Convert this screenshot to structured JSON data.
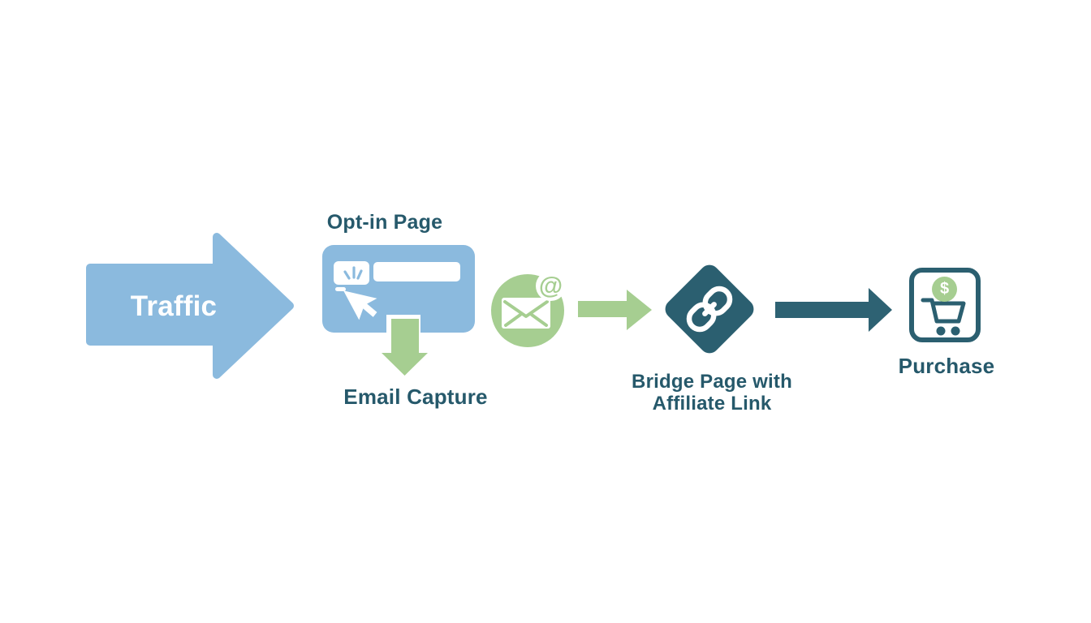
{
  "colors": {
    "background": "#FFFFFF",
    "blue": "#8BBADE",
    "green": "#A6CE91",
    "teal": "#2B5F70",
    "teal_dark": "#2E6273",
    "label": "#26596B"
  },
  "icons": {
    "cursor": "cursor-pointer",
    "envelope": "envelope",
    "at": "at-sign",
    "chain": "chain-link",
    "cart": "shopping-cart",
    "dollar": "dollar-sign"
  },
  "diagram": {
    "traffic": {
      "label": "Traffic"
    },
    "optin": {
      "title": "Opt-in Page",
      "caption": "Email Capture"
    },
    "email": {
      "at_symbol": "@"
    },
    "bridge": {
      "line1": "Bridge Page with",
      "line2": "Affiliate Link"
    },
    "purchase": {
      "label": "Purchase",
      "dollar_sign": "$"
    }
  }
}
